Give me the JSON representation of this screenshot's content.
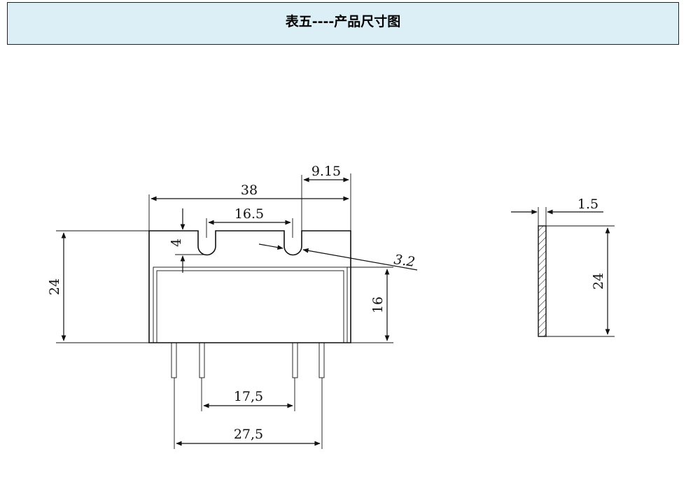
{
  "header": {
    "title": "表五----产品尺寸图"
  },
  "diagram": {
    "front_view": {
      "dim_overall_width": "38",
      "dim_slot_offset": "9.15",
      "dim_slot_spacing": "16.5",
      "dim_slot_depth": "4",
      "dim_slot_radius": "3.2",
      "dim_overall_height": "24",
      "dim_body_height": "16",
      "dim_inner_pins": "17,5",
      "dim_outer_pins": "27,5"
    },
    "side_view": {
      "dim_thickness": "1.5",
      "dim_height": "24"
    }
  }
}
